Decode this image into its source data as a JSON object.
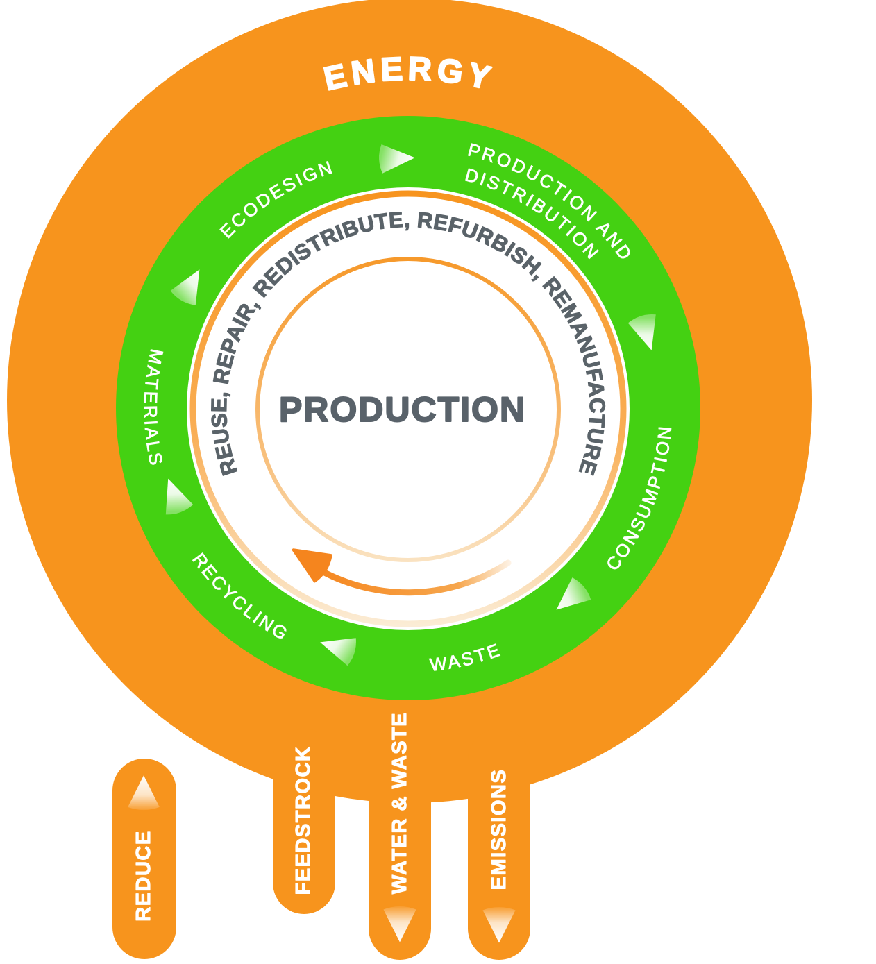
{
  "colors": {
    "orange": "#F7941D",
    "orange_deep": "#F5851E",
    "green": "#44D112",
    "text_gray": "#5A6369",
    "white": "#FFFFFF"
  },
  "outer_circle": {
    "label": "ENERGY"
  },
  "green_ring": {
    "flow_direction": "clockwise",
    "labels": {
      "ecodesign": "ECODESIGN",
      "production_distribution_line1": "PRODUCTION AND",
      "production_distribution_line2": "DISTRIBUTION",
      "consumption": "CONSUMPTION",
      "waste": "WASTE",
      "recycling": "RECYCLING",
      "materials": "MATERIALS"
    }
  },
  "inner_circle": {
    "loop_text": "REUSE, REPAIR, REDISTRIBUTE, REFURBISH, REMANUFACTURE",
    "center_label": "PRODUCTION"
  },
  "legs": {
    "reduce": {
      "label": "REDUCE",
      "arrow": "up"
    },
    "feedstrock": {
      "label": "FEEDSTROCK",
      "arrow": "none"
    },
    "water_waste": {
      "label": "WATER & WASTE",
      "arrow": "down"
    },
    "emissions": {
      "label": "EMISSIONS",
      "arrow": "down"
    }
  }
}
